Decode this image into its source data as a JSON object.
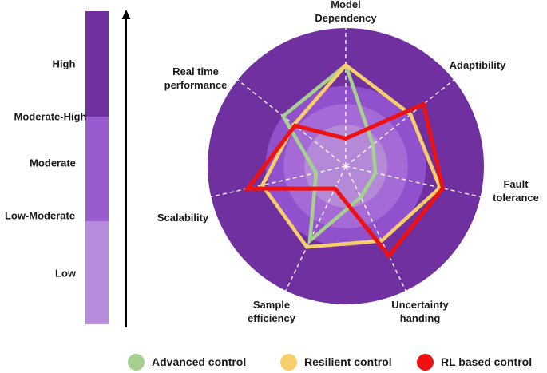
{
  "scale": {
    "levels": [
      "High",
      "Moderate-High",
      "Moderate",
      "Low-Moderate",
      "Low"
    ],
    "colors": {
      "high": "#7030a0",
      "moderate": "#9a5bcf",
      "low": "#b68bdc"
    }
  },
  "chart_data": {
    "type": "radar",
    "axes": [
      "Model Dependency",
      "Adaptibility",
      "Fault tolerance",
      "Uncertainty handing",
      "Sample efficiency",
      "Scalability",
      "Real time performance"
    ],
    "axis_label_lines": [
      [
        "Model",
        "Dependency"
      ],
      [
        "Adaptibility"
      ],
      [
        "Fault",
        "tolerance"
      ],
      [
        "Uncertainty",
        "handing"
      ],
      [
        "Sample",
        "efficiency"
      ],
      [
        "Scalability"
      ],
      [
        "Real time",
        "performance"
      ]
    ],
    "rlim": [
      0,
      1
    ],
    "rings": [
      "Low",
      "Low-Moderate",
      "Moderate",
      "High"
    ],
    "ring_colors": [
      "#b48ad8",
      "#a56ad6",
      "#9150cc",
      "#7030a0"
    ],
    "series": [
      {
        "name": "Advanced control",
        "color": "#a6d08f",
        "values": [
          0.73,
          0.25,
          0.22,
          0.25,
          0.6,
          0.22,
          0.58
        ]
      },
      {
        "name": "Resilient control",
        "color": "#f8cf6a",
        "values": [
          0.73,
          0.6,
          0.7,
          0.6,
          0.65,
          0.62,
          0.48
        ]
      },
      {
        "name": "RL based control",
        "color": "#ee1111",
        "values": [
          0.2,
          0.72,
          0.72,
          0.72,
          0.18,
          0.73,
          0.47
        ]
      }
    ]
  },
  "legend": [
    {
      "label": "Advanced control",
      "color": "#a6d08f"
    },
    {
      "label": "Resilient control",
      "color": "#f8cf6a"
    },
    {
      "label": "RL based control",
      "color": "#ee1111"
    }
  ]
}
